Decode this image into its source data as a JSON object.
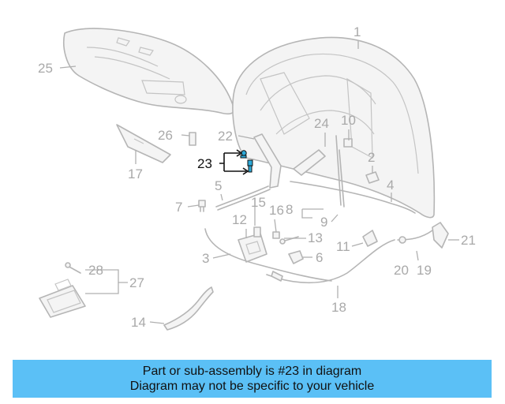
{
  "callouts": [
    {
      "id": "1",
      "label": "1",
      "highlight": false
    },
    {
      "id": "2",
      "label": "2",
      "highlight": false
    },
    {
      "id": "3",
      "label": "3",
      "highlight": false
    },
    {
      "id": "4",
      "label": "4",
      "highlight": false
    },
    {
      "id": "5",
      "label": "5",
      "highlight": false
    },
    {
      "id": "6",
      "label": "6",
      "highlight": false
    },
    {
      "id": "7",
      "label": "7",
      "highlight": false
    },
    {
      "id": "8",
      "label": "8",
      "highlight": false
    },
    {
      "id": "9",
      "label": "9",
      "highlight": false
    },
    {
      "id": "10",
      "label": "10",
      "highlight": false
    },
    {
      "id": "11",
      "label": "11",
      "highlight": false
    },
    {
      "id": "12",
      "label": "12",
      "highlight": false
    },
    {
      "id": "13",
      "label": "13",
      "highlight": false
    },
    {
      "id": "14",
      "label": "14",
      "highlight": false
    },
    {
      "id": "15",
      "label": "15",
      "highlight": false
    },
    {
      "id": "16",
      "label": "16",
      "highlight": false
    },
    {
      "id": "17",
      "label": "17",
      "highlight": false
    },
    {
      "id": "18",
      "label": "18",
      "highlight": false
    },
    {
      "id": "19",
      "label": "19",
      "highlight": false
    },
    {
      "id": "20",
      "label": "20",
      "highlight": false
    },
    {
      "id": "21",
      "label": "21",
      "highlight": false
    },
    {
      "id": "22",
      "label": "22",
      "highlight": false
    },
    {
      "id": "23",
      "label": "23",
      "highlight": true
    },
    {
      "id": "24",
      "label": "24",
      "highlight": false
    },
    {
      "id": "25",
      "label": "25",
      "highlight": false
    },
    {
      "id": "26",
      "label": "26",
      "highlight": false
    },
    {
      "id": "27",
      "label": "27",
      "highlight": false
    },
    {
      "id": "28",
      "label": "28",
      "highlight": false
    }
  ],
  "banner": {
    "line1": "Part or sub-assembly is #23 in diagram",
    "line2": "Diagram may not be specific to your vehicle",
    "color": "#5bc0f6"
  },
  "highlight_color": "#2da9d8"
}
